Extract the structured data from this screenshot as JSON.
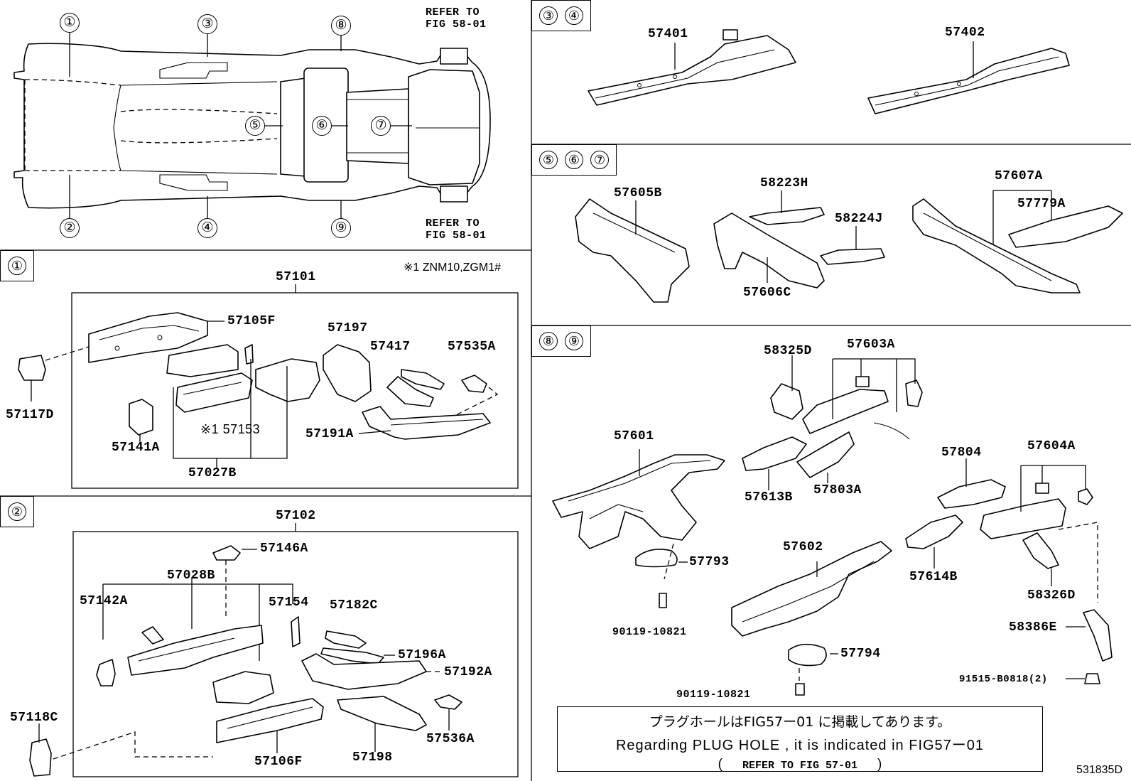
{
  "refer_top": [
    "REFER TO",
    "FIG 58-01"
  ],
  "refer_bottom": [
    "REFER TO",
    "FIG 58-01"
  ],
  "overview_callouts": [
    "①",
    "③",
    "⑧",
    "⑤",
    "⑥",
    "⑦",
    "②",
    "④",
    "⑨"
  ],
  "section_tags": {
    "s1": [
      "①"
    ],
    "s2": [
      "②"
    ],
    "s34": [
      "③",
      "④"
    ],
    "s567": [
      "⑤",
      "⑥",
      "⑦"
    ],
    "s89": [
      "⑧",
      "⑨"
    ]
  },
  "section1": {
    "model_note": "※1 ZNM10,ZGM1#",
    "parts": {
      "p57101": "57101",
      "p57105F": "57105F",
      "p57197": "57197",
      "p57417": "57417",
      "p57535A": "57535A",
      "p57117D": "57117D",
      "p57141A": "57141A",
      "p57153": "※1 57153",
      "p57191A": "57191A",
      "p57027B": "57027B"
    }
  },
  "section2": {
    "parts": {
      "p57102": "57102",
      "p57146A": "57146A",
      "p57028B": "57028B",
      "p57142A": "57142A",
      "p57154": "57154",
      "p57182C": "57182C",
      "p57196A": "57196A",
      "p57192A": "57192A",
      "p57118C": "57118C",
      "p57536A": "57536A",
      "p57106F": "57106F",
      "p57198": "57198"
    }
  },
  "section34": {
    "parts": {
      "p57401": "57401",
      "p57402": "57402"
    }
  },
  "section567": {
    "parts": {
      "p57605B": "57605B",
      "p58223H": "58223H",
      "p58224J": "58224J",
      "p57606C": "57606C",
      "p57607A": "57607A",
      "p57779A": "57779A"
    }
  },
  "section89": {
    "parts": {
      "p58325D": "58325D",
      "p57603A": "57603A",
      "p57601": "57601",
      "p57613B": "57613B",
      "p57803A": "57803A",
      "p57804": "57804",
      "p57604A": "57604A",
      "p57793": "57793",
      "p57602": "57602",
      "p57614B": "57614B",
      "p58326D": "58326D",
      "p58386E": "58386E",
      "p90119a": "90119-10821",
      "p57794": "57794",
      "p90119b": "90119-10821",
      "p91515": "91515-B0818(2)"
    },
    "notice": {
      "line1": "プラグホールはFIG57ー01 に掲載してあります。",
      "line2": "Regarding PLUG HOLE , it is indicated in FIG57ー01",
      "line3_open": "(",
      "line3_ref": "REFER TO FIG 57-01",
      "line3_close": ")"
    }
  },
  "figure_number": "531835D"
}
